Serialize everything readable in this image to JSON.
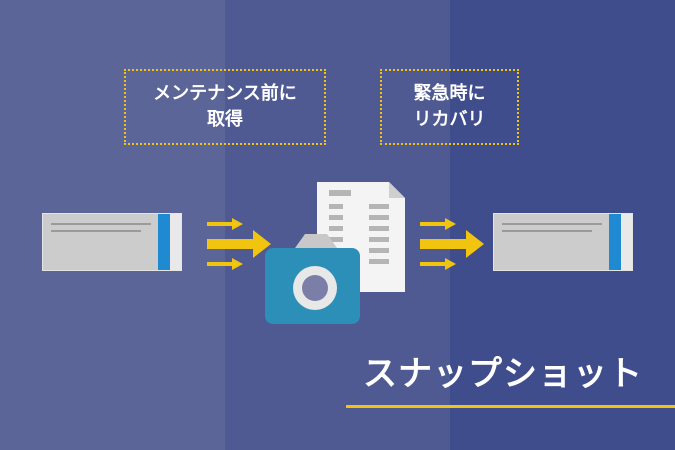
{
  "callouts": {
    "left": {
      "line1": "メンテナンス前に",
      "line2": "取得"
    },
    "right": {
      "line1": "緊急時に",
      "line2": "リカバリ"
    }
  },
  "title": "スナップショット",
  "icons": [
    "server-icon",
    "double-arrow-icon",
    "document-icon",
    "camera-icon"
  ],
  "colors": {
    "band_left": "#5c6598",
    "band_middle": "#505a92",
    "band_right": "#3f4d8c",
    "accent_yellow": "#f1c40f",
    "server_blue": "#1f8ad1",
    "camera_teal": "#2b8fb8"
  }
}
